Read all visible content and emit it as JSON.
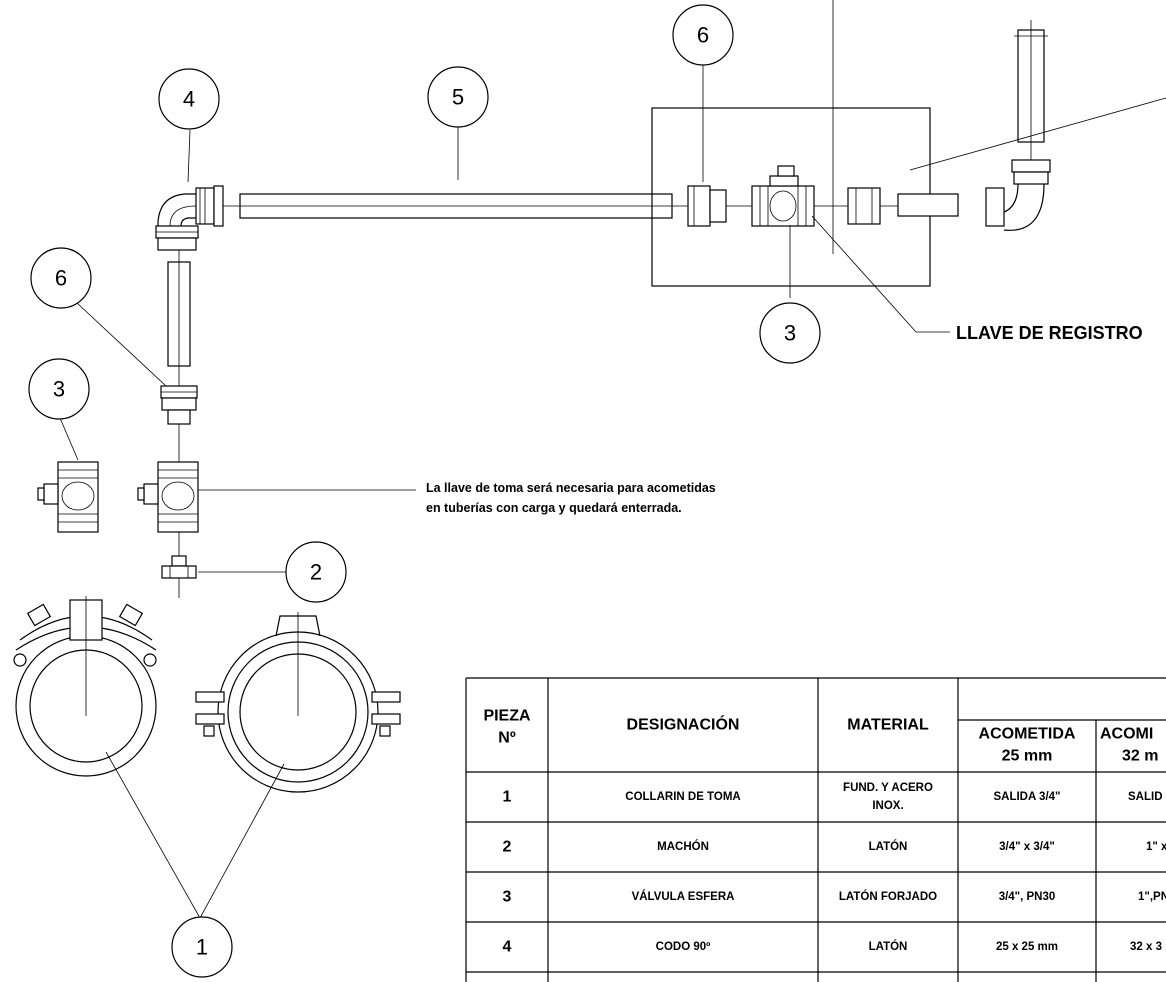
{
  "callouts": {
    "c1": "1",
    "c2": "2",
    "c3_left": "3",
    "c3_box": "3",
    "c4": "4",
    "c5": "5",
    "c6_left": "6",
    "c6_top": "6"
  },
  "notes": {
    "llave_toma_line1": "La llave de toma será necesaria para acometidas",
    "llave_toma_line2": "en tuberías con carga y quedará enterrada.",
    "llave_registro": "LLAVE DE REGISTRO"
  },
  "table": {
    "headers": {
      "pieza_line1": "PIEZA",
      "pieza_line2": "Nº",
      "designacion": "DESIGNACIÓN",
      "material": "MATERIAL",
      "acometida25_line1": "ACOMETIDA",
      "acometida25_line2": "25 mm",
      "acometida32_line1": "ACOMI",
      "acometida32_line2": "32 m"
    },
    "rows": [
      {
        "n": "1",
        "designacion": "COLLARIN DE TOMA",
        "material_line1": "FUND. Y ACERO",
        "material_line2": "INOX.",
        "a25": "SALIDA 3/4\"",
        "a32": "SALID"
      },
      {
        "n": "2",
        "designacion": "MACHÓN",
        "material_line1": "LATÓN",
        "material_line2": "",
        "a25": "3/4\" x 3/4\"",
        "a32": "1\" x"
      },
      {
        "n": "3",
        "designacion": "VÁLVULA ESFERA",
        "material_line1": "LATÓN FORJADO",
        "material_line2": "",
        "a25": "3/4\", PN30",
        "a32": "1\",PN"
      },
      {
        "n": "4",
        "designacion": "CODO 90º",
        "material_line1": "LATÓN",
        "material_line2": "",
        "a25": "25 x 25 mm",
        "a32": "32 x 3"
      }
    ]
  }
}
